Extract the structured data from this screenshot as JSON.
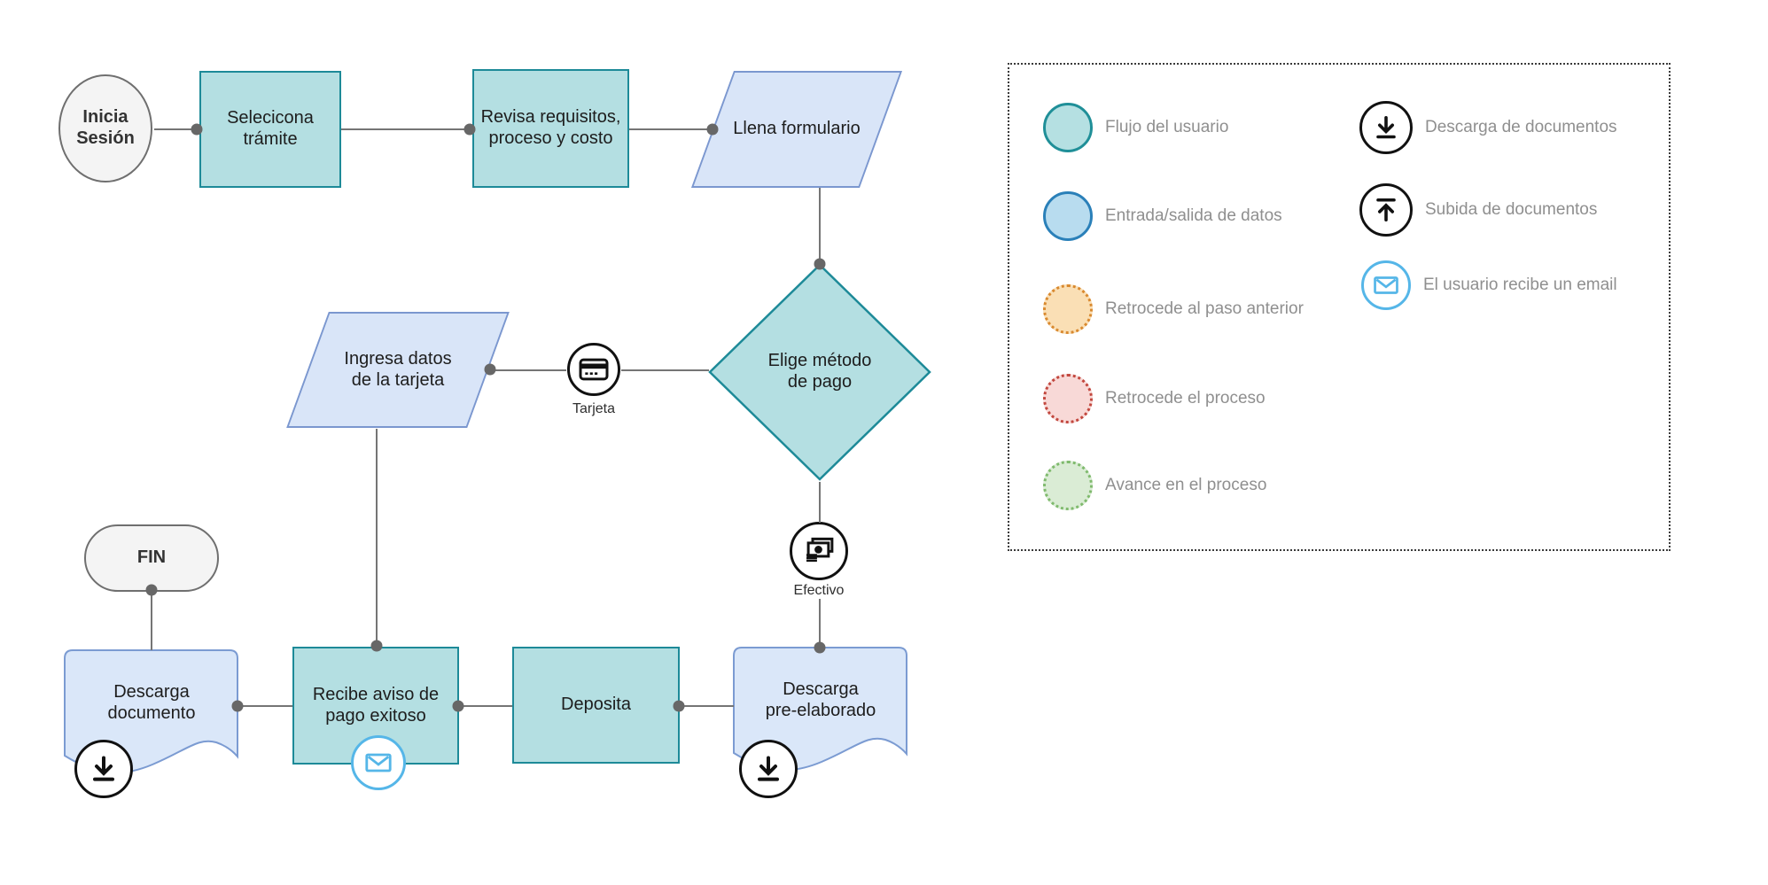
{
  "diagram": {
    "nodes": {
      "start": {
        "lines": [
          "Inicia",
          "Sesión"
        ]
      },
      "select_tramite": {
        "lines": [
          "Selecicona",
          "trámite"
        ]
      },
      "review_requirements": {
        "lines": [
          "Revisa requisitos,",
          "proceso y costo"
        ]
      },
      "fill_form": {
        "lines": [
          "Llena formulario"
        ]
      },
      "choose_payment": {
        "lines": [
          "Elige método",
          "de pago"
        ]
      },
      "enter_card_data": {
        "lines": [
          "Ingresa datos",
          "de la tarjeta"
        ]
      },
      "fin": {
        "lines": [
          "FIN"
        ]
      },
      "download_document": {
        "lines": [
          "Descarga",
          "documento"
        ]
      },
      "payment_success_notice": {
        "lines": [
          "Recibe aviso de",
          "pago exitoso"
        ]
      },
      "deposit": {
        "lines": [
          "Deposita"
        ]
      },
      "download_prefilled": {
        "lines": [
          "Descarga",
          "pre-elaborado"
        ]
      }
    },
    "branch_labels": {
      "card": "Tarjeta",
      "cash": "Efectivo"
    }
  },
  "legend": {
    "left": [
      {
        "label": "Flujo del usuario",
        "fill": "#b5e0e2",
        "border": "#1f8f98"
      },
      {
        "label": "Entrada/salida de datos",
        "fill": "#b8dcef",
        "border": "#2a80b9"
      },
      {
        "label": "Retrocede al paso anterior",
        "fill": "#fadfb5",
        "border": "#d9892f"
      },
      {
        "label": "Retrocede el proceso",
        "fill": "#f8d9d7",
        "border": "#c2473e"
      },
      {
        "label": "Avance en el proceso",
        "fill": "#daecd5",
        "border": "#7fba6d"
      }
    ],
    "right": [
      {
        "label": "Descarga de documentos",
        "icon": "download-icon"
      },
      {
        "label": "Subida de documentos",
        "icon": "upload-icon"
      },
      {
        "label": "El usuario recibe un email",
        "icon": "email-icon"
      }
    ]
  },
  "colors": {
    "flow_fill": "#b4dfe2",
    "flow_border": "#1d8a98",
    "data_fill": "#d9e5f8",
    "data_border": "#7b97cf",
    "terminal_fill": "#f4f4f4",
    "terminal_border": "#6f6f6f",
    "connector": "#757575",
    "connector_dot": "#676767",
    "email_accent": "#55b6e8",
    "node_text": "#1d1d1d",
    "legend_text": "#8f8f8f"
  }
}
